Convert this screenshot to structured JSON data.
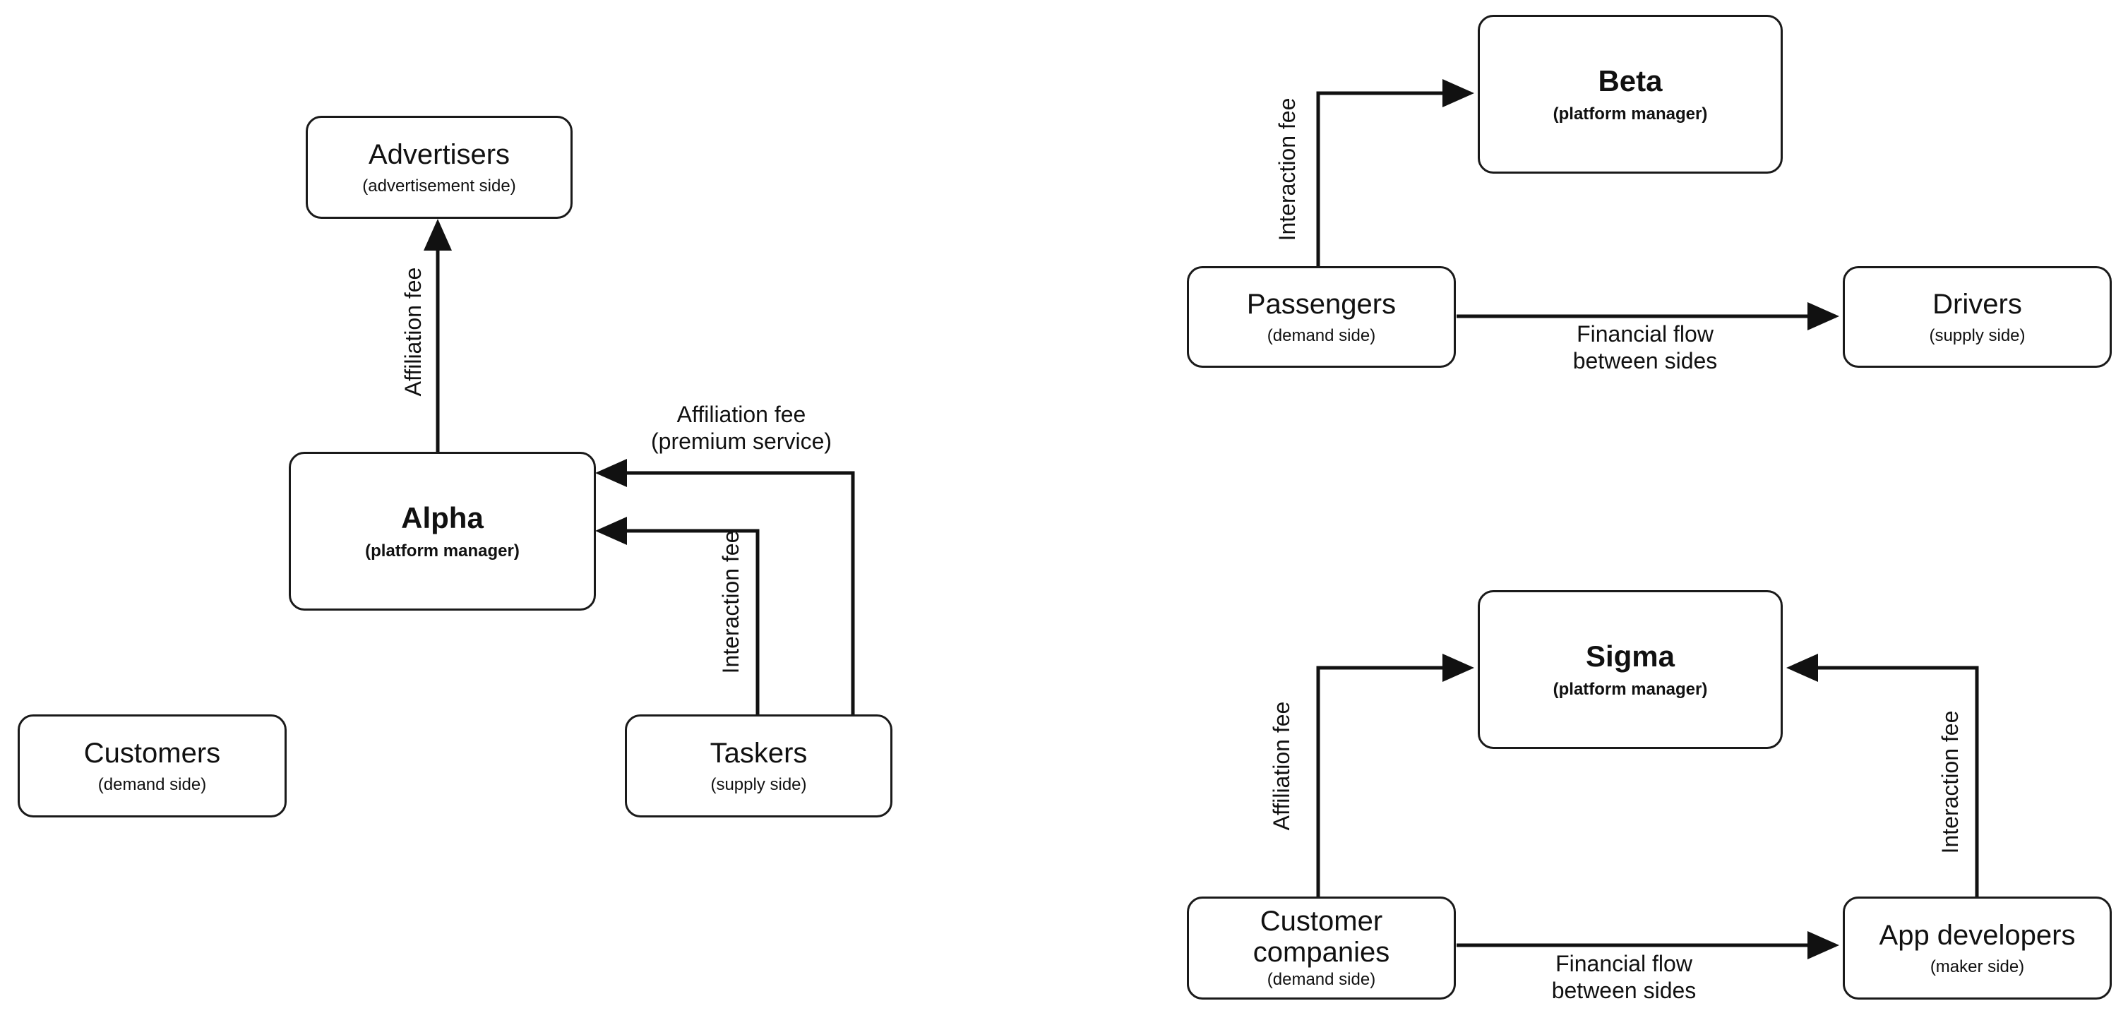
{
  "alpha": {
    "advertisers": {
      "title": "Advertisers",
      "subtitle": "(advertisement side)"
    },
    "platform": {
      "title": "Alpha",
      "subtitle": "(platform manager)"
    },
    "customers": {
      "title": "Customers",
      "subtitle": "(demand side)"
    },
    "taskers": {
      "title": "Taskers",
      "subtitle": "(supply side)"
    },
    "label_affiliation_advertisers": "Affiliation fee",
    "label_affiliation_premium_1": "Affiliation fee",
    "label_affiliation_premium_2": "(premium service)",
    "label_interaction_taskers": "Interaction fee"
  },
  "beta": {
    "platform": {
      "title": "Beta",
      "subtitle": "(platform manager)"
    },
    "passengers": {
      "title": "Passengers",
      "subtitle": "(demand side)"
    },
    "drivers": {
      "title": "Drivers",
      "subtitle": "(supply side)"
    },
    "label_interaction": "Interaction fee",
    "label_flow_1": "Financial flow",
    "label_flow_2": "between sides"
  },
  "sigma": {
    "platform": {
      "title": "Sigma",
      "subtitle": "(platform manager)"
    },
    "customer_companies": {
      "title_line1": "Customer",
      "title_line2": "companies",
      "subtitle": "(demand side)"
    },
    "app_developers": {
      "title": "App developers",
      "subtitle": "(maker side)"
    },
    "label_affiliation": "Affiliation fee",
    "label_interaction": "Interaction fee",
    "label_flow_1": "Financial flow",
    "label_flow_2": "between sides"
  }
}
